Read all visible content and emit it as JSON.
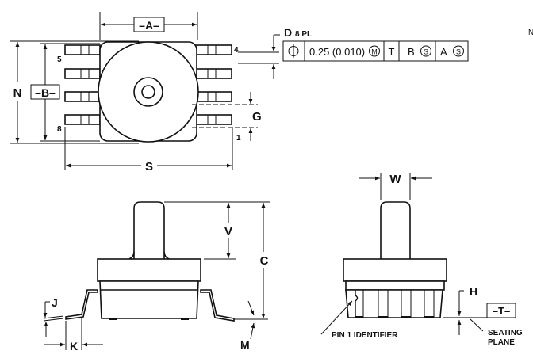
{
  "title": "Package outline drawing",
  "top_view": {
    "datum_a": "–A–",
    "datum_b": "–B–",
    "dim_n": "N",
    "dim_s": "S",
    "dim_g": "G",
    "dim_d": "D",
    "dim_d_note": "8 PL",
    "pin_labels": [
      "5",
      "8",
      "4",
      "1"
    ]
  },
  "feature_control_frame": {
    "symbol": "position-icon",
    "tolerance": "0.25 (0.010)",
    "modifier": "M",
    "datum_1": "T",
    "datum_2": "B",
    "datum_2_mod": "S",
    "datum_3": "A",
    "datum_3_mod": "S"
  },
  "edge_label": "N",
  "side_view": {
    "dim_v": "V",
    "dim_c": "C",
    "dim_j": "J",
    "dim_k": "K",
    "dim_m": "M"
  },
  "end_view": {
    "dim_w": "W",
    "dim_h": "H",
    "datum_t": "–T–",
    "pin1_label": "PIN 1 IDENTIFIER",
    "seating_plane_line1": "SEATING",
    "seating_plane_line2": "PLANE"
  }
}
